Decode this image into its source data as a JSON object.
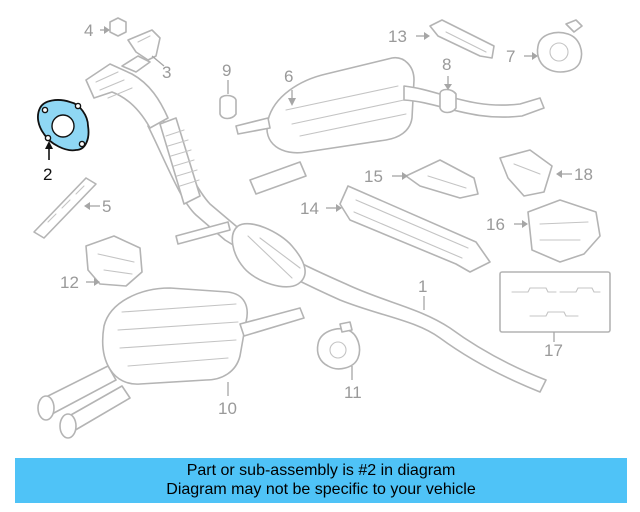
{
  "callouts": {
    "c1": "1",
    "c2": "2",
    "c3": "3",
    "c4": "4",
    "c5": "5",
    "c6": "6",
    "c7": "7",
    "c8": "8",
    "c9": "9",
    "c10": "10",
    "c11": "11",
    "c12": "12",
    "c13": "13",
    "c14": "14",
    "c15": "15",
    "c16": "16",
    "c17": "17",
    "c18": "18"
  },
  "highlight": {
    "part_number": "2",
    "color": "#8fd7f4"
  },
  "banner": {
    "line1": "Part or sub-assembly is #2 in diagram",
    "line2": "Diagram may not be specific to your vehicle",
    "background": "#4fc3f7"
  }
}
